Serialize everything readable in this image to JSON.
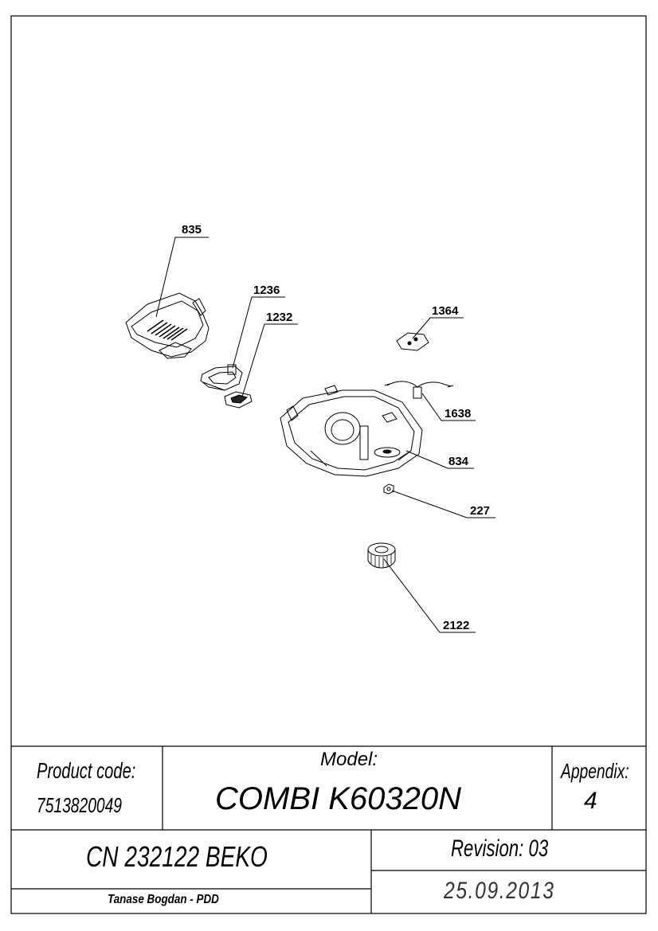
{
  "callouts": [
    {
      "id": "835"
    },
    {
      "id": "1236"
    },
    {
      "id": "1232"
    },
    {
      "id": "1364"
    },
    {
      "id": "1638"
    },
    {
      "id": "834"
    },
    {
      "id": "227"
    },
    {
      "id": "2122"
    }
  ],
  "title_block": {
    "product_code_label": "Product code:",
    "product_code": "7513820049",
    "model_label": "Model:",
    "model": "COMBI K60320N",
    "appendix_label": "Appendix:",
    "appendix": "4",
    "cn": "CN 232122 BEKO",
    "revision": "Revision: 03",
    "author": "Tanase Bogdan - PDD",
    "date": "25.09.2013"
  }
}
